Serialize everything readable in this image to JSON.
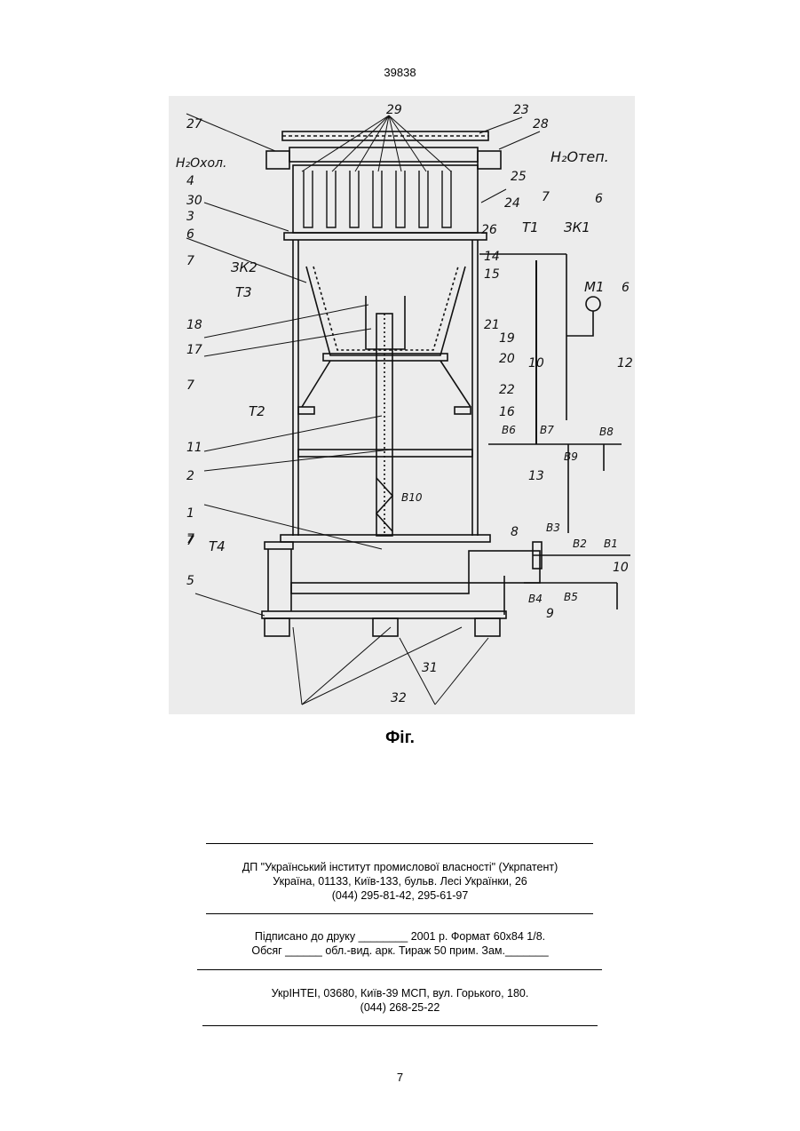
{
  "header": {
    "page_number": "39838"
  },
  "figure": {
    "inlet_label": "H₂Oхол.",
    "outlet_label": "H₂Oтеп.",
    "callouts": [
      "1",
      "2",
      "3",
      "4",
      "5",
      "6",
      "6",
      "6",
      "7",
      "7",
      "7",
      "7",
      "7",
      "8",
      "9",
      "10",
      "10",
      "11",
      "12",
      "13",
      "14",
      "15",
      "16",
      "17",
      "18",
      "19",
      "20",
      "21",
      "22",
      "23",
      "24",
      "25",
      "26",
      "27",
      "28",
      "29",
      "30",
      "31",
      "32"
    ],
    "instruments": [
      "T1",
      "T2",
      "T3",
      "T4",
      "ЗК1",
      "ЗК2",
      "M1"
    ],
    "valves": [
      "B1",
      "B2",
      "B3",
      "B4",
      "B5",
      "B6",
      "B7",
      "B8",
      "B9",
      "B10"
    ]
  },
  "caption": "Фіг.",
  "imprint": {
    "org_line1": "ДП \"Український інститут промислової власності\" (Укрпатент)",
    "org_line2": "Україна, 01133, Київ-133, бульв. Лесі Українки, 26",
    "org_line3": "(044) 295-81-42, 295-61-97",
    "sign_line1": "Підписано до друку ________ 2001 р.    Формат 60х84 1/8.",
    "sign_line2": "Обсяг ______ обл.-вид. арк.   Тираж 50 прим.    Зам._______",
    "print_line1": "УкрІНТЕІ, 03680, Київ-39 МСП, вул. Горького, 180.",
    "print_line2": "(044) 268-25-22"
  },
  "footer": {
    "page_number": "7"
  }
}
